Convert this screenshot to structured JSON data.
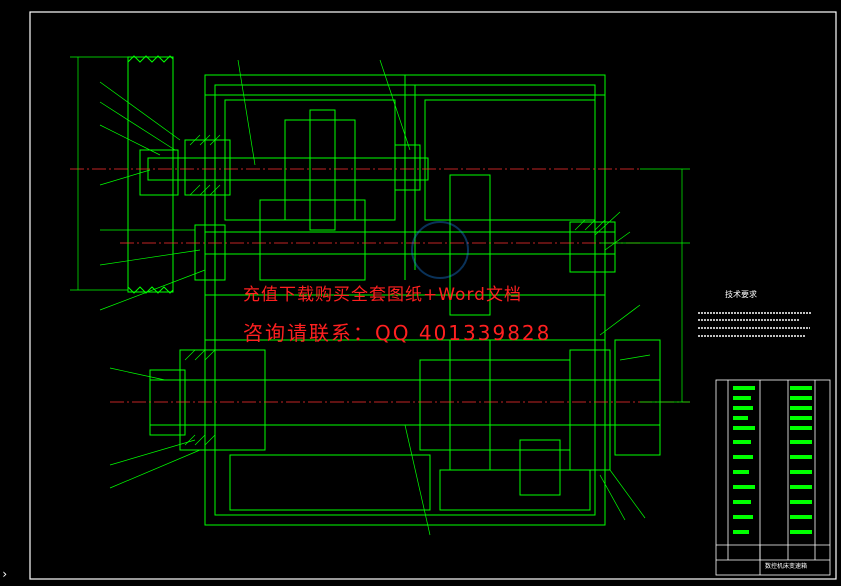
{
  "drawing": {
    "title": "CAD assembly drawing — gearbox cross-section",
    "colors": {
      "background": "#000000",
      "frame": "#ffffff",
      "geometry": "#00ff00",
      "centerline": "#ff3030",
      "dims": "#00ff00",
      "watermark": "#ff2020"
    }
  },
  "watermark": {
    "line1": "充值下载购买全套图纸+Word文档",
    "line2": "咨询请联系：QQ 401339828"
  },
  "tech_requirements_title": "技术要求",
  "title_block_text": "数控机床变速箱"
}
